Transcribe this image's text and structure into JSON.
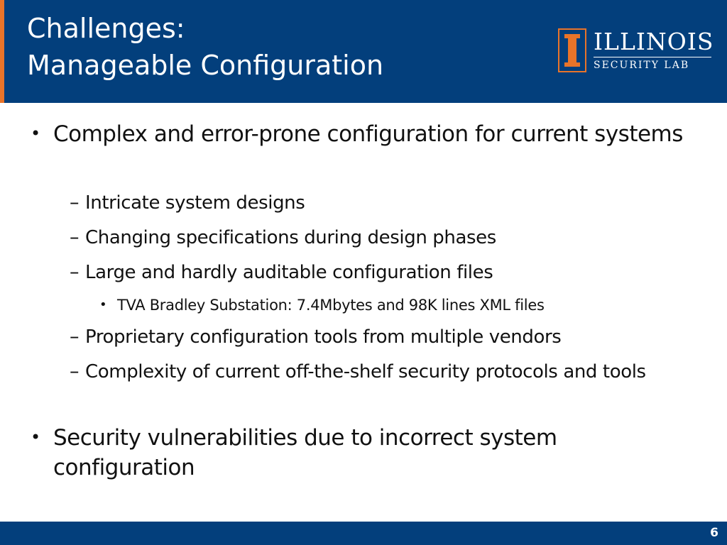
{
  "header": {
    "title_line1": "Challenges:",
    "title_line2": "Manageable Configuration",
    "logo_name": "ILLINOIS",
    "logo_subtitle": "SECURITY LAB"
  },
  "colors": {
    "header_bg": "#033f7c",
    "accent": "#e8742a",
    "text": "#111111"
  },
  "bullets": {
    "b1": {
      "marker": "•",
      "text": "Complex and error-prone configuration for current systems"
    },
    "b1_1": {
      "marker": "–",
      "text": "Intricate system designs"
    },
    "b1_2": {
      "marker": "–",
      "text": "Changing specifications during design phases"
    },
    "b1_3": {
      "marker": "–",
      "text": "Large and hardly auditable configuration files"
    },
    "b1_3_1": {
      "marker": "•",
      "text": "TVA Bradley Substation:  7.4Mbytes and 98K lines XML files"
    },
    "b1_4": {
      "marker": "–",
      "text": "Proprietary configuration tools from multiple vendors"
    },
    "b1_5": {
      "marker": "–",
      "text": "Complexity of current off-the-shelf security protocols and tools"
    },
    "b2": {
      "marker": "•",
      "text": "Security vulnerabilities due to incorrect system configuration"
    }
  },
  "footer": {
    "page_number": "6"
  }
}
